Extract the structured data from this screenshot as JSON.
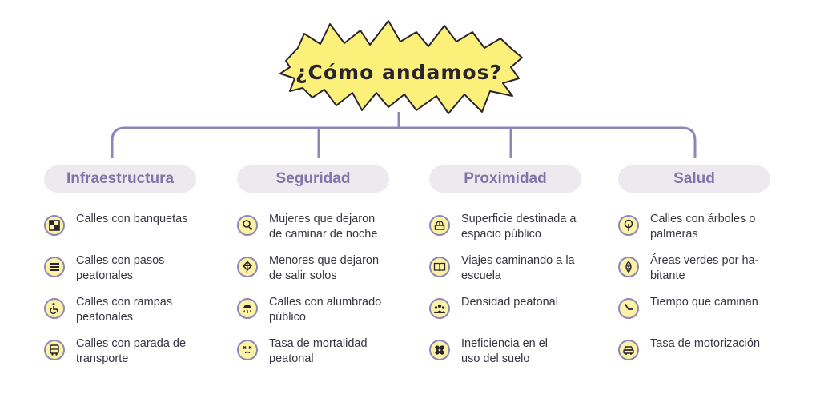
{
  "title": "¿Cómo andamos?",
  "colors": {
    "accent": "#8e85b8",
    "pill_bg": "#ece9ef",
    "pill_text": "#7f76a8",
    "icon_fill": "#fbf2a6",
    "burst_fill": "#fbf17a"
  },
  "categories": [
    {
      "name": "Infraestructura",
      "items": [
        {
          "icon": "sidewalk-grid-icon",
          "label": "Calles con banquetas"
        },
        {
          "icon": "crosswalk-stripes-icon",
          "label": "Calles con pasos\npeatonales"
        },
        {
          "icon": "wheelchair-icon",
          "label": "Calles con rampas\npeatonales"
        },
        {
          "icon": "bus-icon",
          "label": "Calles con parada de\ntransporte"
        }
      ]
    },
    {
      "name": "Seguridad",
      "items": [
        {
          "icon": "female-symbol-icon",
          "label": "Mujeres que dejaron\nde caminar de noche"
        },
        {
          "icon": "kite-icon",
          "label": "Menores que dejaron\nde salir solos"
        },
        {
          "icon": "street-lamp-icon",
          "label": "Calles con alumbrado\npúblico"
        },
        {
          "icon": "dead-face-icon",
          "label": "Tasa de mortalidad\npeatonal"
        }
      ]
    },
    {
      "name": "Proximidad",
      "items": [
        {
          "icon": "fountain-icon",
          "label": "Superficie destinada a\nespacio público"
        },
        {
          "icon": "open-book-icon",
          "label": "Viajes caminando a la\nescuela"
        },
        {
          "icon": "people-group-icon",
          "label": "Densidad peatonal"
        },
        {
          "icon": "bandage-icon",
          "label": "Ineficiencia en el\nuso del suelo"
        }
      ]
    },
    {
      "name": "Salud",
      "items": [
        {
          "icon": "tree-icon",
          "label": "Calles con árboles o\npalmeras"
        },
        {
          "icon": "leaf-icon",
          "label": "Áreas verdes por ha-\nbitante"
        },
        {
          "icon": "clock-icon",
          "label": "Tiempo que caminan"
        },
        {
          "icon": "car-icon",
          "label": "Tasa de motorización"
        }
      ]
    }
  ]
}
